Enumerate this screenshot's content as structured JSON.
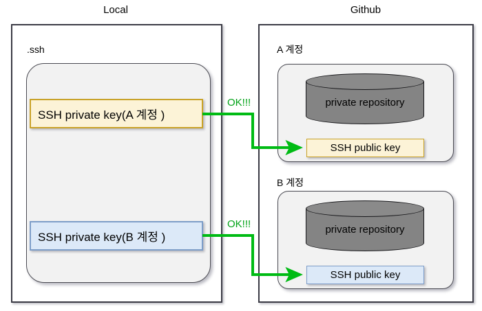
{
  "diagram": {
    "columns": {
      "local_caption": "Local",
      "github_caption": "Github"
    },
    "local": {
      "folder_label": ".ssh",
      "keys": [
        {
          "label": "SSH  private key(A 계정 )",
          "color": "#fcf3d7",
          "border": "#c9a227"
        },
        {
          "label": "SSH  private key(B 계정 )",
          "color": "#dce9f8",
          "border": "#7d9dc8"
        }
      ]
    },
    "github": {
      "accounts": [
        {
          "label": "A 계정",
          "repository": "private repository",
          "public_key": "SSH public key",
          "key_color": "#fcf3d7",
          "key_border": "#c9a227"
        },
        {
          "label": "B 계정",
          "repository": "private repository",
          "public_key": "SSH public key",
          "key_color": "#dce9f8",
          "key_border": "#7d9dc8"
        }
      ]
    },
    "connections": [
      {
        "label": "OK!!!",
        "color": "#00bb14"
      },
      {
        "label": "OK!!!",
        "color": "#00bb14"
      }
    ],
    "colors": {
      "arrow_green": "#00bb14",
      "ok_text_green": "#00a216",
      "cylinder_gray": "#848484",
      "panel_border": "#3a3a44",
      "inner_fill": "#f2f2f2"
    }
  }
}
